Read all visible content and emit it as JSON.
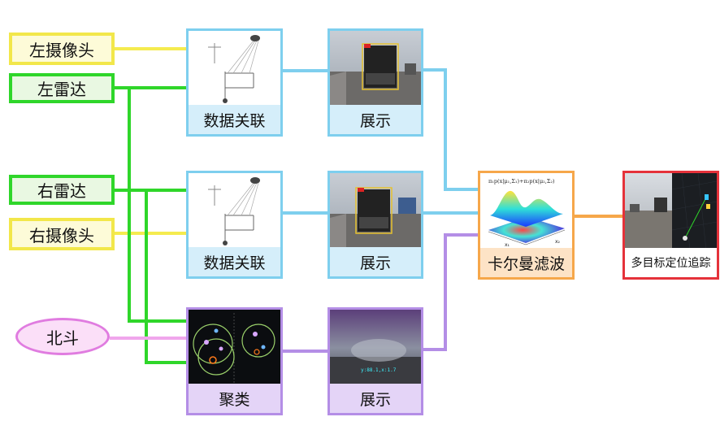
{
  "sources": {
    "left_camera": "左摄像头",
    "left_radar": "左雷达",
    "right_radar": "右雷达",
    "right_camera": "右摄像头",
    "beidou": "北斗"
  },
  "modules": {
    "data_assoc_top": "数据关联",
    "display_top": "展示",
    "data_assoc_mid": "数据关联",
    "display_mid": "展示",
    "clustering": "聚类",
    "display_bottom": "展示",
    "kalman": "卡尔曼滤波",
    "tracking": "多目标定位追踪"
  },
  "kalman_formula": "π₁p(x|μ₁,Σ₁)+π₂p(x|μ₂,Σ₂)",
  "kalman_axes": {
    "x1": "x₁",
    "x2": "x₂"
  },
  "bottom_display_readout": "y:88.1,x:1.7",
  "colors": {
    "yellow_line": "#f5eb4f",
    "green_line": "#2fd62a",
    "blue_line": "#7ecfee",
    "purple_line": "#b48ee6",
    "pink_line": "#f0a6ec",
    "orange_line": "#f6a74a",
    "red_border": "#e5323a"
  }
}
